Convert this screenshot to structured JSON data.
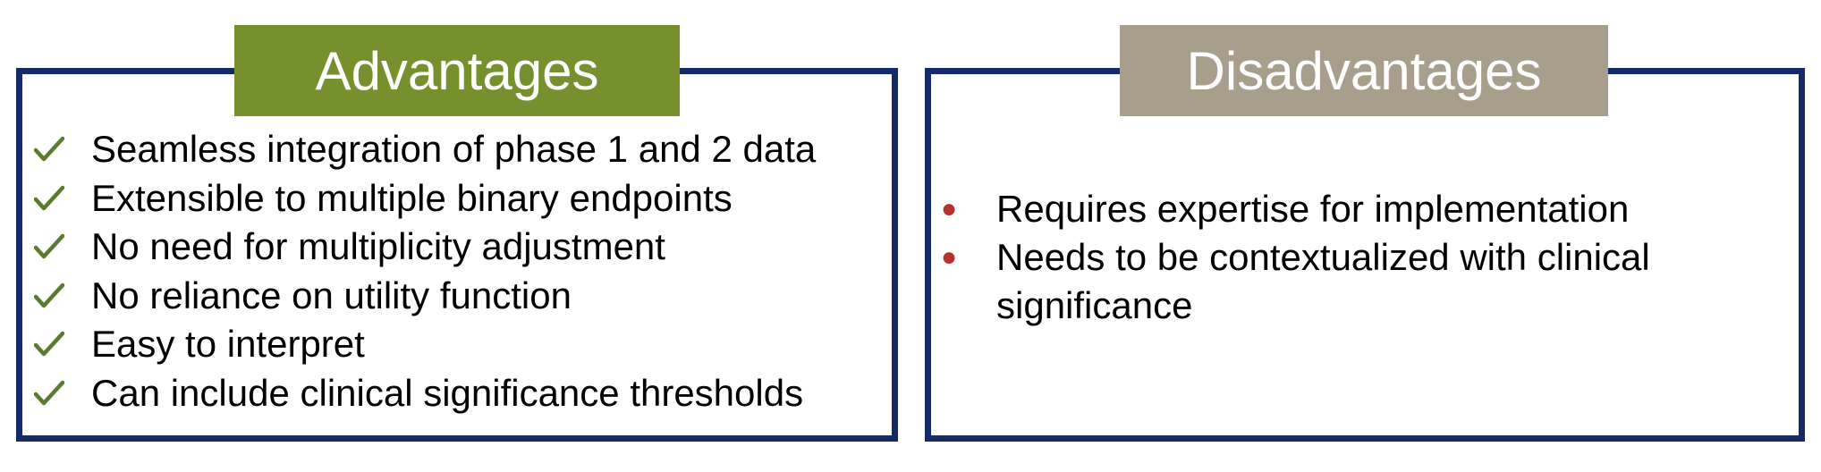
{
  "advantages": {
    "title": "Advantages",
    "items": [
      "Seamless integration of phase 1 and 2 data",
      "Extensible to multiple binary endpoints",
      "No need for multiplicity adjustment",
      "No reliance on utility function",
      "Easy to interpret",
      "Can include clinical significance thresholds"
    ],
    "icon": "check-icon"
  },
  "disadvantages": {
    "title": "Disadvantages",
    "items": [
      "Requires expertise for implementation",
      "Needs to be contextualized with clinical significance"
    ],
    "icon": "bullet-icon"
  },
  "colors": {
    "border": "#142a6b",
    "advantages_header": "#76902e",
    "disadvantages_header": "#a79f8c",
    "check": "#5b7a2e",
    "bullet": "#b5322a"
  }
}
